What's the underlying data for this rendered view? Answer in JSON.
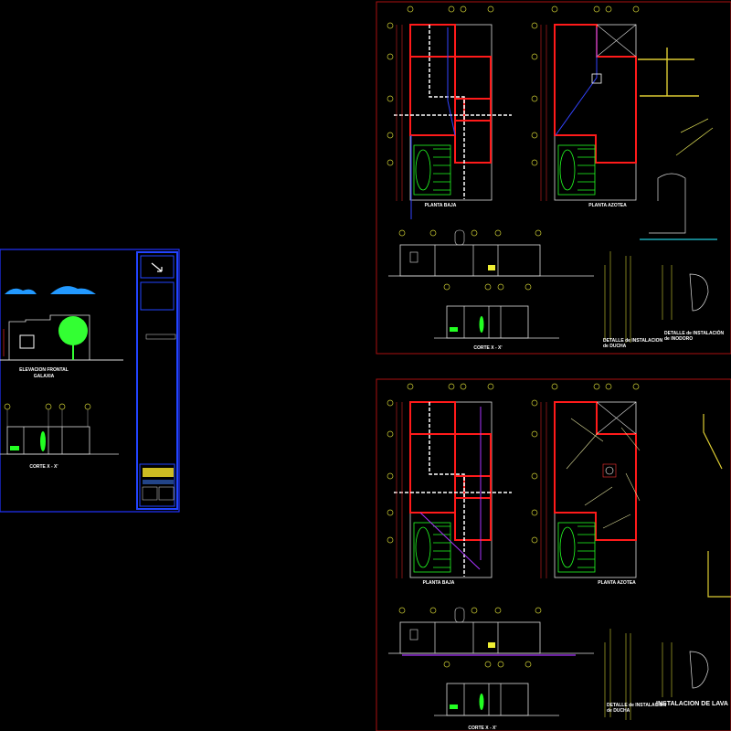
{
  "colors": {
    "background": "#000000",
    "sheet_border_left": "#2233ff",
    "sheet_border_right": "#aa1111",
    "walls": "#ff1a1a",
    "furniture": "#22ff22",
    "pipes_water": "#3344ff",
    "pipes_drain": "#aa33ff",
    "axes": "#cccc33",
    "dimension": "#cc2222"
  },
  "sheet_left": {
    "elevation_title": "ELEVACION FRONTAL",
    "elevation_subtitle": "GALAXIA",
    "section_title": "CORTE X - X'"
  },
  "sheet_top_right": {
    "plan_ground": "PLANTA BAJA",
    "plan_roof": "PLANTA AZOTEA",
    "section_title": "CORTE X - X'",
    "detail_shower_title": "DETALLE de INSTALACION",
    "detail_shower_sub": "de DUCHA",
    "detail_toilet_title": "DETALLE de INSTALACIÓN",
    "detail_toilet_sub": "de INODORO"
  },
  "sheet_bottom_right": {
    "plan_ground": "PLANTA BAJA",
    "plan_roof": "PLANTA AZOTEA",
    "section_title": "CORTE X - X'",
    "detail_shower_title": "DETALLE de INSTALACIÓN",
    "detail_shower_sub": "de DUCHA",
    "detail_sink_title": "INSTALACION DE LAVA"
  }
}
